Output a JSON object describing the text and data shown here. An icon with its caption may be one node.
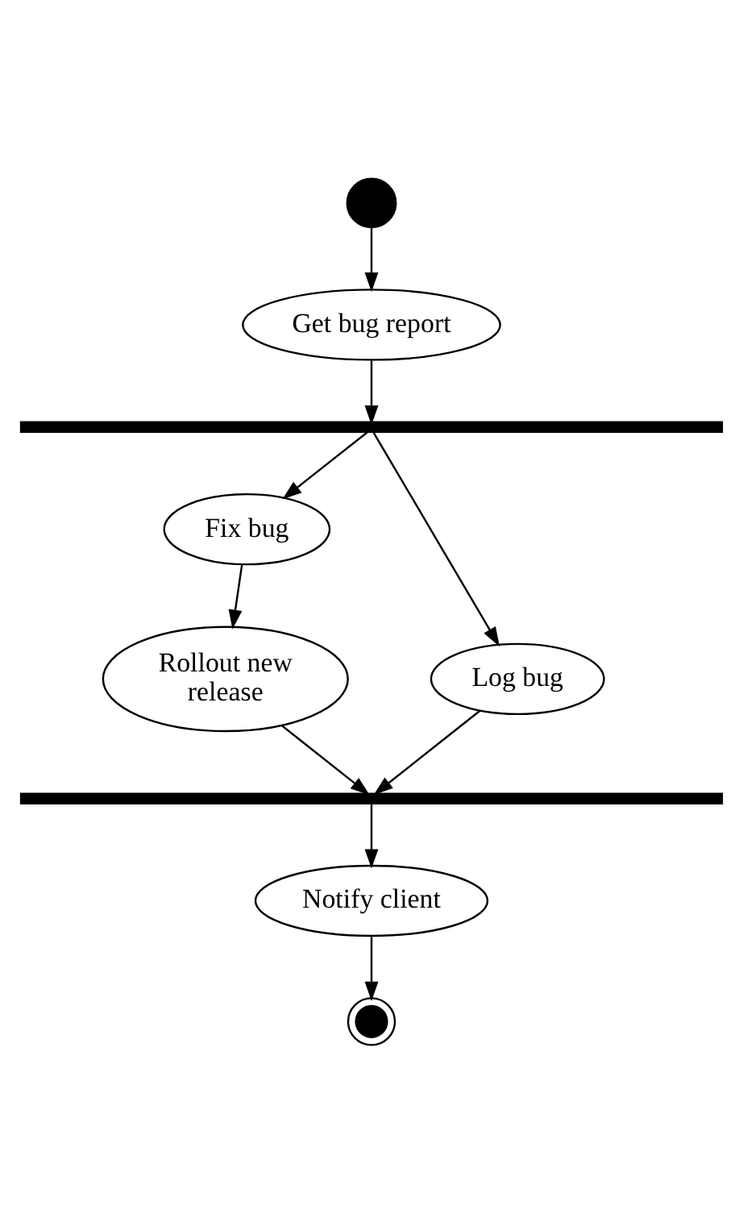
{
  "diagram": {
    "nodes": [
      {
        "text": [],
        "shape": "circle"
      },
      {
        "text": [
          "Get bug report"
        ]
      },
      {
        "text": [],
        "shape": "bar"
      },
      {
        "text": [
          "Fix bug"
        ]
      },
      {
        "text": [
          "Log bug"
        ]
      },
      {
        "text": [
          "Rollout new release"
        ]
      },
      {
        "text": [],
        "shape": "bar"
      },
      {
        "text": [
          "Notify client"
        ]
      },
      {
        "text": [],
        "shape": "bullseye"
      }
    ],
    "edges": [
      {
        "from": 0,
        "to": 1,
        "arrow": "to"
      },
      {
        "from": 1,
        "to": 2,
        "arrow": "to"
      },
      {
        "from": 2,
        "to": 3,
        "arrow": "to"
      },
      {
        "from": 2,
        "to": 4,
        "arrow": "to"
      },
      {
        "from": 3,
        "to": 5,
        "arrow": "to"
      },
      {
        "from": 5,
        "to": 6,
        "arrow": "to"
      },
      {
        "from": 4,
        "to": 6,
        "arrow": "to"
      },
      {
        "from": 6,
        "to": 7,
        "arrow": "to"
      },
      {
        "from": 7,
        "to": 8,
        "arrow": "to"
      }
    ]
  }
}
